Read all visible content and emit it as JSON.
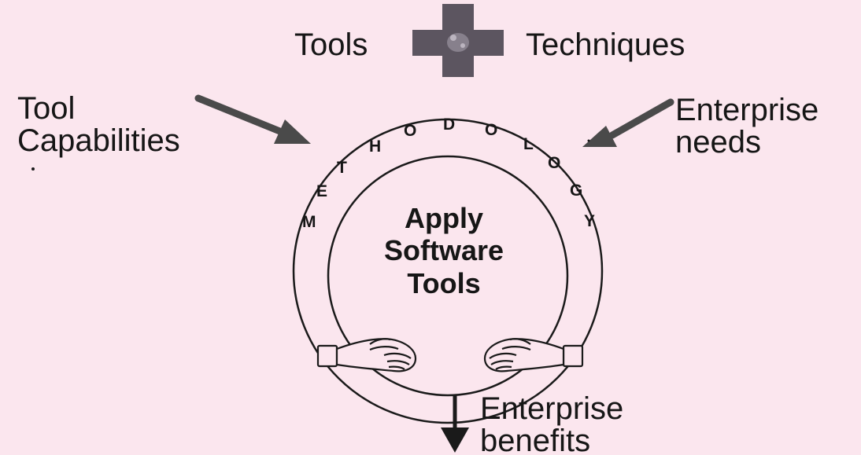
{
  "top": {
    "tools": "Tools",
    "techniques": "Techniques"
  },
  "left_input": {
    "line1": "Tool",
    "line2": "Capabilities"
  },
  "right_input": {
    "line1": "Enterprise",
    "line2": "needs"
  },
  "ring": {
    "word": "METHODOLOGY",
    "letters": [
      "M",
      "E",
      "T",
      "H",
      "O",
      "D",
      "O",
      "L",
      "O",
      "G",
      "Y"
    ]
  },
  "center": {
    "line1": "Apply",
    "line2": "Software",
    "line3": "Tools"
  },
  "output": {
    "line1": "Enterprise",
    "line2": "benefits"
  },
  "colors": {
    "background": "#fbe6ee",
    "ink": "#161616",
    "arrow": "#4a4a4a",
    "cross": "#5c5560"
  }
}
